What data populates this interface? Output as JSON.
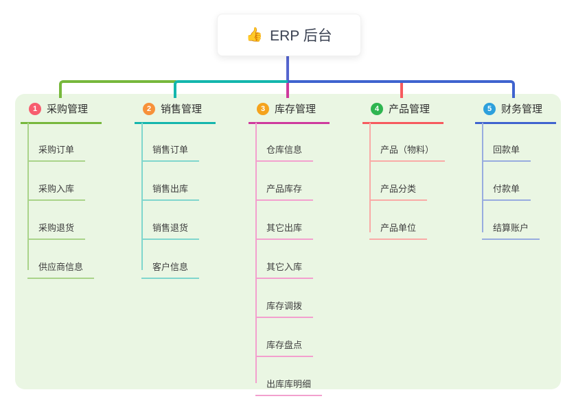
{
  "root": {
    "icon": "👍",
    "icon_name": "thumbs-up-icon",
    "title": "ERP 后台"
  },
  "colors": {
    "panel_bg": "#eaf6e3",
    "root_line": "#5565cf",
    "header_text": "#2f2f2f",
    "child_text": "#3e3e3e"
  },
  "branches": [
    {
      "num": "1",
      "label": "采购管理",
      "badge_color": "#f75d6e",
      "line_color": "#77b83c",
      "light_color": "#a9d389",
      "children": [
        "采购订单",
        "采购入库",
        "采购退货",
        "供应商信息"
      ]
    },
    {
      "num": "2",
      "label": "销售管理",
      "badge_color": "#f7913a",
      "line_color": "#14b6ad",
      "light_color": "#7fd6cd",
      "children": [
        "销售订单",
        "销售出库",
        "销售退货",
        "客户信息"
      ]
    },
    {
      "num": "3",
      "label": "库存管理",
      "badge_color": "#f5a31d",
      "line_color": "#ce3a9d",
      "light_color": "#f39fce",
      "children": [
        "仓库信息",
        "产品库存",
        "其它出库",
        "其它入库",
        "库存调拨",
        "库存盘点",
        "出库库明细"
      ]
    },
    {
      "num": "4",
      "label": "产品管理",
      "badge_color": "#2eb550",
      "line_color": "#f65a5e",
      "light_color": "#f9aaa6",
      "children": [
        "产品（物料）",
        "产品分类",
        "产品单位"
      ]
    },
    {
      "num": "5",
      "label": "财务管理",
      "badge_color": "#2da0dc",
      "line_color": "#3f63cf",
      "light_color": "#97abdf",
      "children": [
        "回款单",
        "付款单",
        "结算账户"
      ]
    }
  ]
}
